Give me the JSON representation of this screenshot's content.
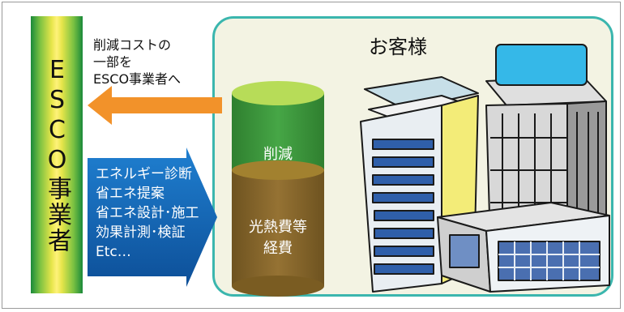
{
  "esco": {
    "label": "ESCO事業者"
  },
  "cost_note": {
    "lines": [
      "削減コストの",
      "一部を",
      "ESCO事業者へ"
    ]
  },
  "customer": {
    "title": "お客様"
  },
  "services": {
    "lines": [
      "エネルギー診断",
      "省エネ提案",
      "省エネ設計･施工",
      "効果計測･検証",
      "Etc…"
    ]
  },
  "cylinder": {
    "reduction_label": "削減",
    "expense_lines": [
      "光熱費等",
      "経費"
    ]
  },
  "colors": {
    "teal_border": "#3bb6ae",
    "orange_arrow": "#f2922a",
    "blue_arrow": "#1565b7",
    "cylinder_green": "#3d9a3d",
    "cylinder_brown": "#8a6a28"
  }
}
